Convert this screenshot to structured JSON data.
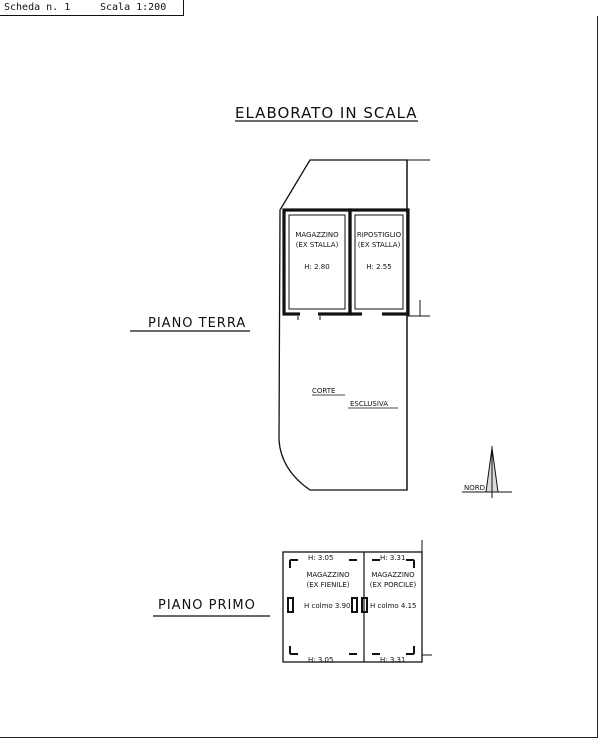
{
  "header": {
    "sheet_label": "Scheda n. 1",
    "scale_label": "Scala 1:200"
  },
  "drawing": {
    "title": "ELABORATO IN SCALA",
    "floors": {
      "ground": {
        "label": "PIANO TERRA",
        "rooms": [
          {
            "name": "MAGAZZINO",
            "note": "(EX STALLA)",
            "height": "H: 2.80"
          },
          {
            "name": "RIPOSTIGLIO",
            "note": "(EX STALLA)",
            "height": "H: 2.55"
          }
        ],
        "courtyard_line1": "CORTE",
        "courtyard_line2": "ESCLUSIVA",
        "north_label": "NORD"
      },
      "first": {
        "label": "PIANO PRIMO",
        "rooms": [
          {
            "name": "MAGAZZINO",
            "note": "(EX FIENILE)",
            "height_top": "H: 3.05",
            "height_mid": "H colmo 3.90",
            "height_bottom": "H: 3.05"
          },
          {
            "name": "MAGAZZINO",
            "note": "(EX PORCILE)",
            "height_top": "H: 3.31",
            "height_mid": "H colmo 4.15",
            "height_bottom": "H: 3.31"
          }
        ]
      }
    }
  }
}
